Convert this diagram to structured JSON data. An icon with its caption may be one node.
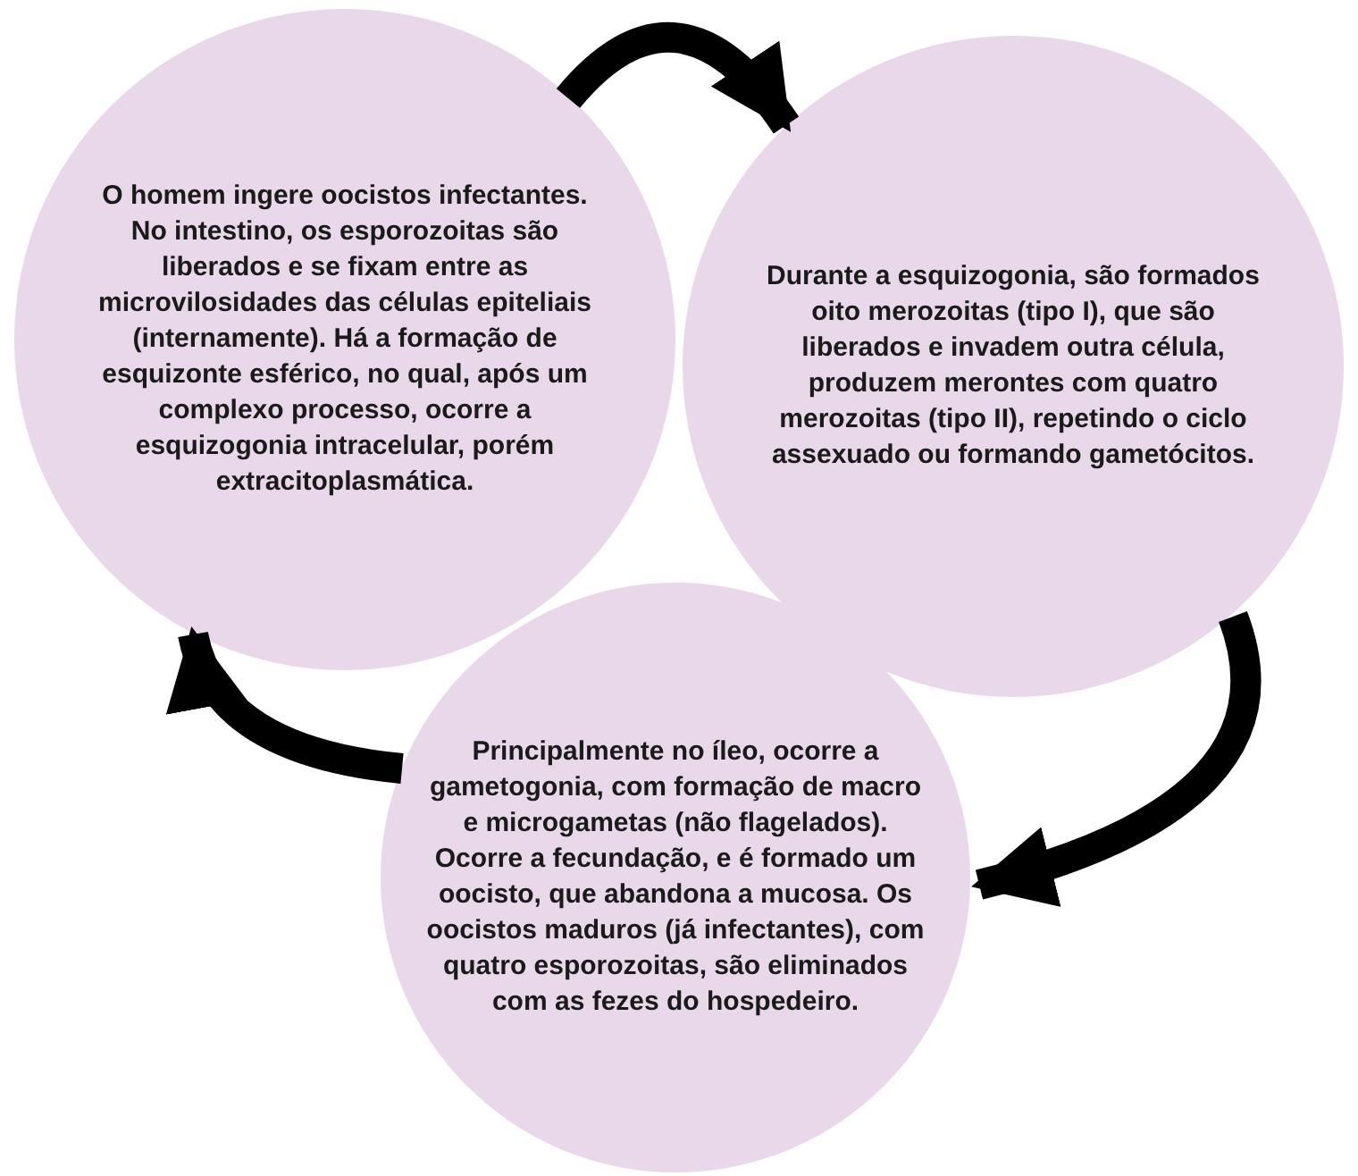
{
  "diagram": {
    "nodes": [
      {
        "text": [
          "O homem ingere oocistos infectantes. No intestino, os esporozoitas são liberados e se fixam entre as microvilosidades das células epiteliais (internamente). Há a formação de esquizonte esférico, no qual, após um complexo processo, ocorre a esquizogonia intracelular, porém extracitoplasmática."
        ]
      },
      {
        "text": [
          "Durante a esquizogonia, são formados oito merozoitas (tipo I), que são liberados e invadem outra célula, produzem merontes com quatro merozoitas (tipo II), repetindo o ciclo assexuado ou formando gametócitos."
        ]
      },
      {
        "text": [
          "Principalmente no íleo, ocorre a gametogonia, com formação de macro e microgametas (não flagelados). Ocorre a fecundação, e é formado um oocisto, que abandona a mucosa. Os oocistos maduros (já infectantes), com quatro esporozoitas, são eliminados com as fezes do hospedeiro."
        ]
      }
    ],
    "edges": [
      {
        "from": 0,
        "to": 1,
        "arrow": "to"
      },
      {
        "from": 1,
        "to": 2,
        "arrow": "to"
      },
      {
        "from": 2,
        "to": 0,
        "arrow": "to"
      }
    ]
  }
}
